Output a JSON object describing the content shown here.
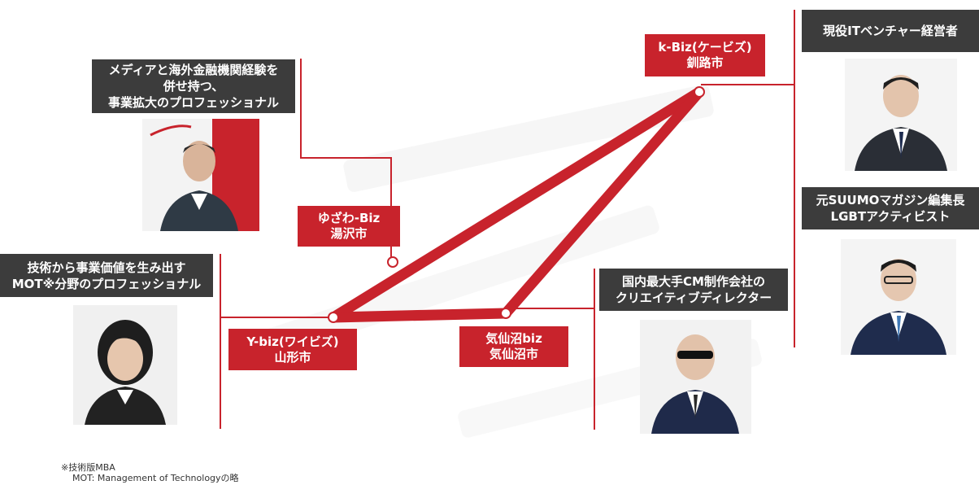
{
  "colors": {
    "accent": "#c8232c",
    "label_bg": "#3c3c3c"
  },
  "experts": {
    "media_finance": {
      "line1": "メディアと海外金融機関経験を",
      "line2": "併せ持つ、",
      "line3": "事業拡大のプロフェッショナル"
    },
    "mot": {
      "line1": "技術から事業価値を生み出す",
      "line2": "MOT※分野のプロフェッショナル"
    },
    "creative": {
      "line1": "国内最大手CM制作会社の",
      "line2": "クリエイティブディレクター"
    },
    "it_ceo": {
      "line1": "現役ITベンチャー経営者"
    },
    "suumo": {
      "line1": "元SUUMOマガジン編集長",
      "line2": "LGBTアクティビスト"
    }
  },
  "nodes": {
    "kbiz": {
      "name": "k-Biz(ケービズ)",
      "city": "釧路市"
    },
    "yuzawa": {
      "name": "ゆざわ-Biz",
      "city": "湯沢市"
    },
    "ybiz": {
      "name": "Y-biz(ワイビズ)",
      "city": "山形市"
    },
    "kesennuma": {
      "name": "気仙沼biz",
      "city": "気仙沼市"
    }
  },
  "footnote": {
    "line1": "※技術版MBA",
    "line2": "MOT: Management of Technologyの略"
  }
}
